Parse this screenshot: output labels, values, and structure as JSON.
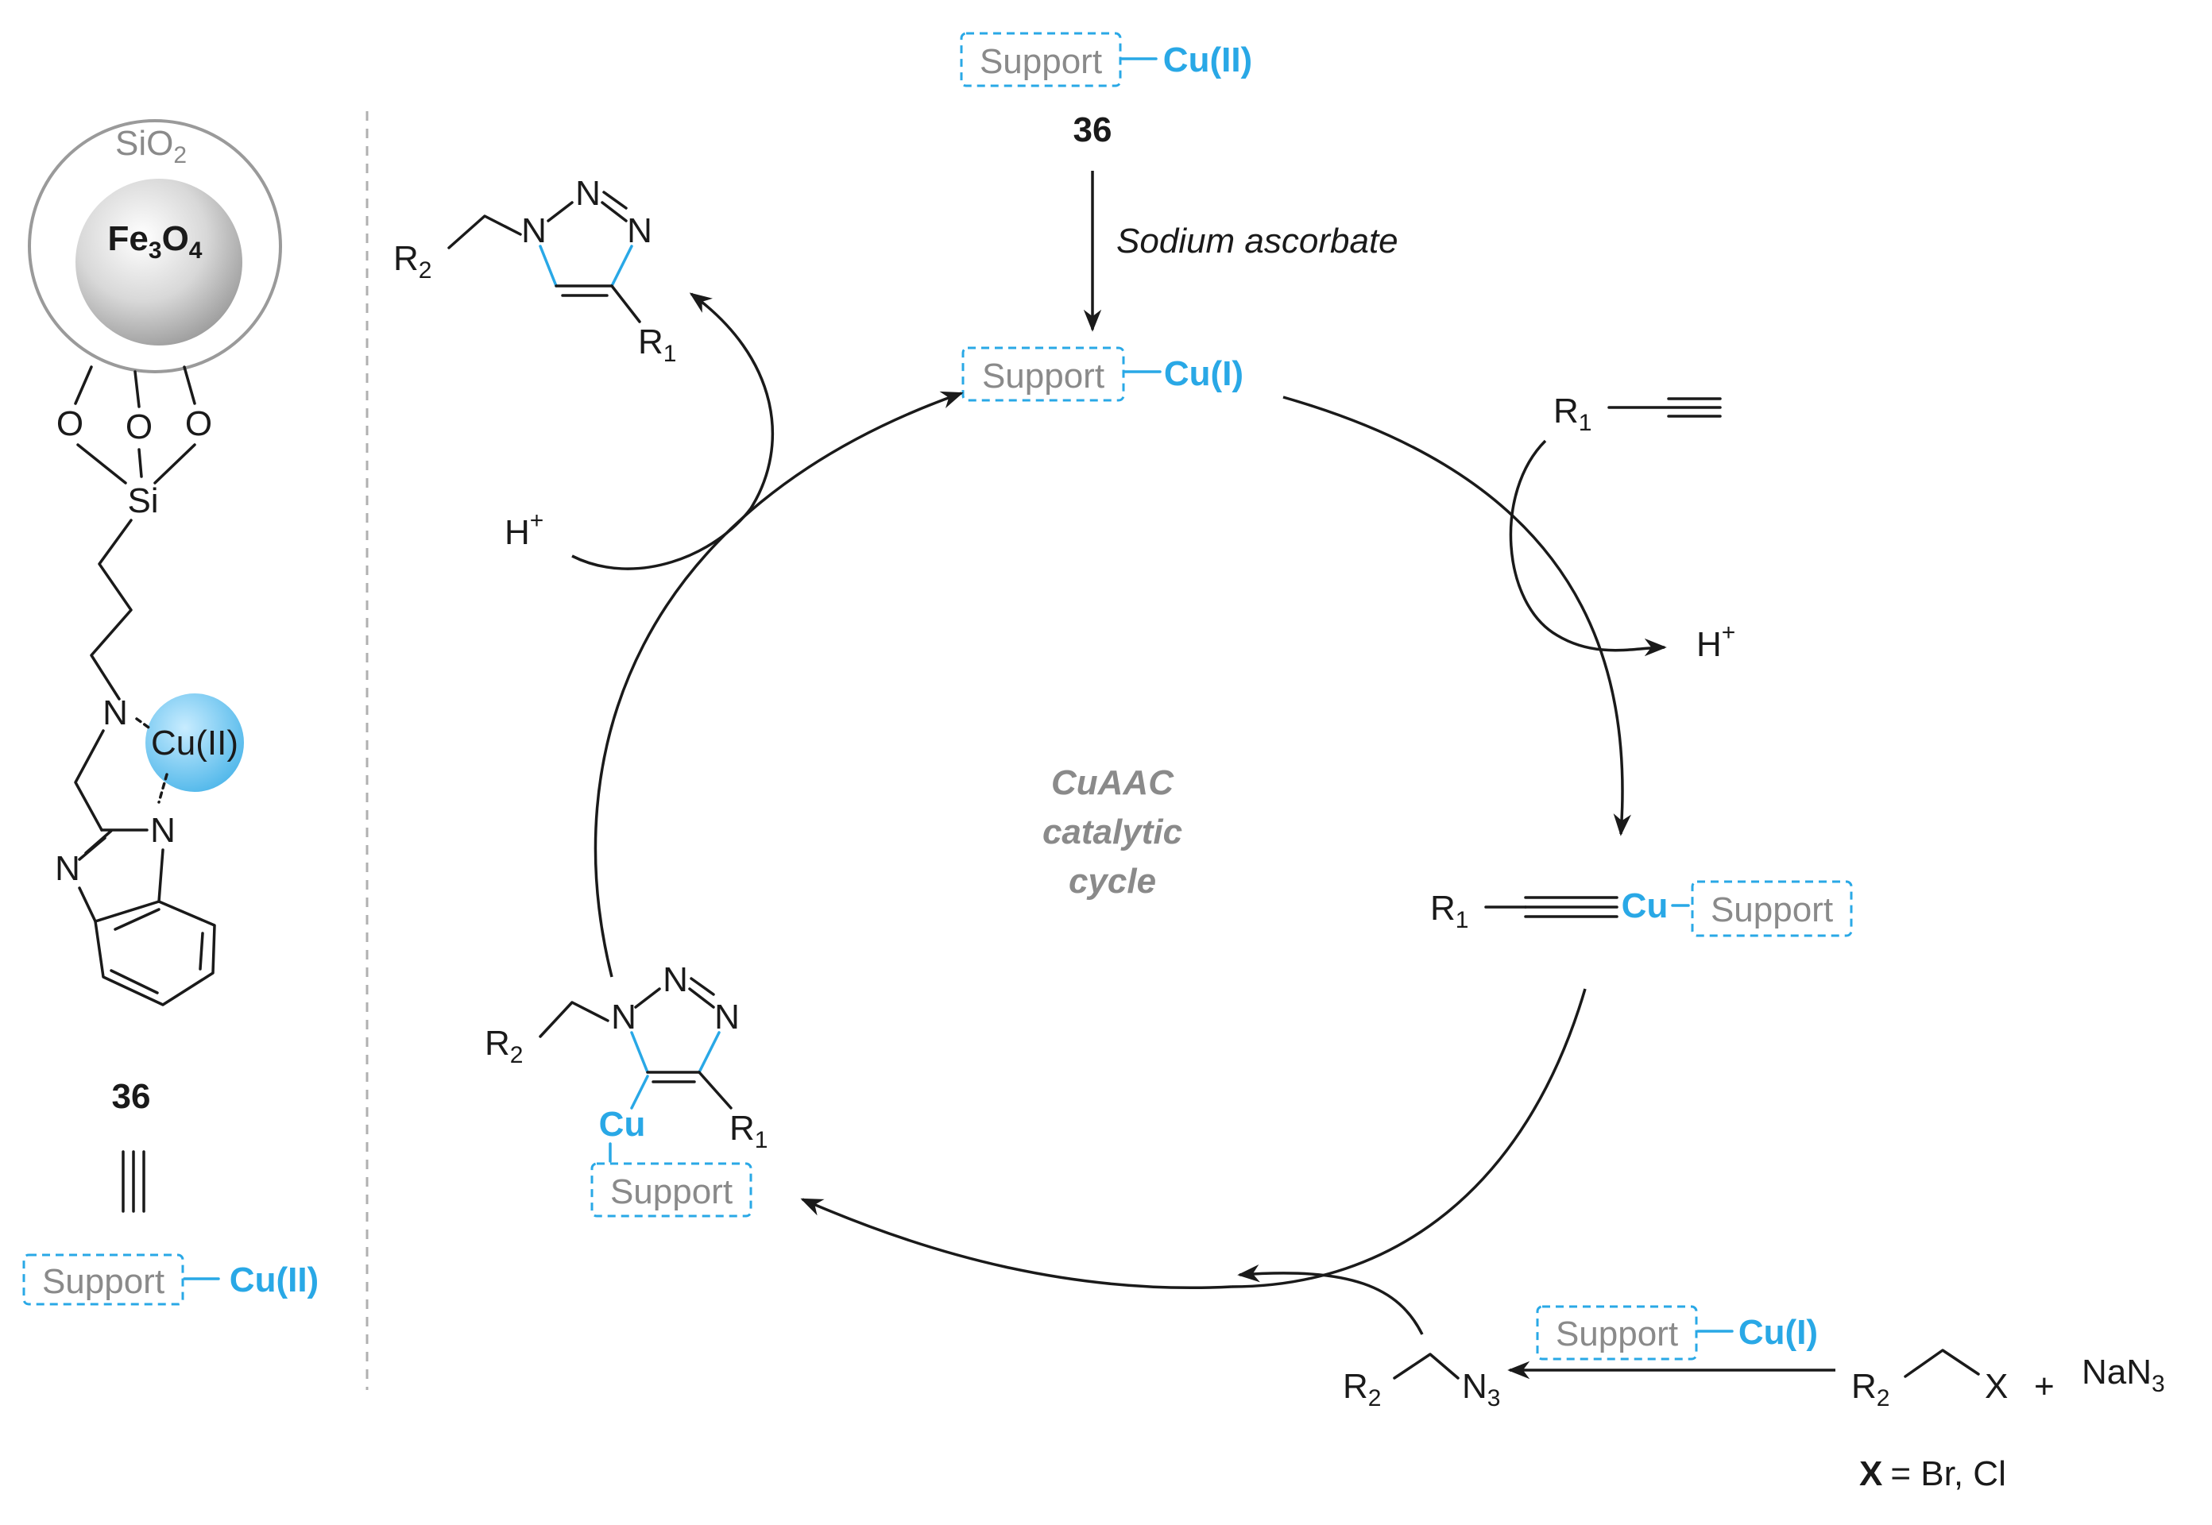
{
  "support_complex": {
    "compound_number": "36",
    "shell_label": "SiO",
    "shell_sub": "2",
    "core_label_fe": "Fe",
    "core_sub_3": "3",
    "core_label_o": "O",
    "core_sub_4": "4",
    "atom_o": "O",
    "atom_si": "Si",
    "atom_n": "N",
    "metal_label": "Cu(II)",
    "equiv_symbol": "|||",
    "shorthand_support": "Support",
    "shorthand_metal": "Cu(II)"
  },
  "precatalyst": {
    "support": "Support",
    "metal": "Cu(II)",
    "number": "36",
    "reagent": "Sodium ascorbate"
  },
  "active_catalyst": {
    "support": "Support",
    "metal": "Cu(I)"
  },
  "cycle": {
    "center_line1": "CuAAC",
    "center_line2": "catalytic",
    "center_line3": "cycle"
  },
  "alkyne_step": {
    "reagent_r": "R",
    "reagent_sub": "1",
    "byproduct": "H",
    "byproduct_sup": "+"
  },
  "acetylide": {
    "r": "R",
    "r_sub": "1",
    "metal": "Cu",
    "support": "Support"
  },
  "azide_formation": {
    "catalyst_support": "Support",
    "catalyst_metal": "Cu(I)",
    "substrate_r": "R",
    "substrate_sub": "2",
    "leaving_group": "X",
    "plus": "+",
    "reagent_na": "NaN",
    "reagent_sub": "3",
    "product_r": "R",
    "product_r_sub": "2",
    "product_n": "N",
    "product_n_sub": "3",
    "footnote_x": "X",
    "footnote_rest": "= Br, Cl"
  },
  "cu_triazolide": {
    "r2": "R",
    "r2_sub": "2",
    "r1": "R",
    "r1_sub": "1",
    "n": "N",
    "metal": "Cu",
    "support": "Support"
  },
  "product": {
    "r2": "R",
    "r2_sub": "2",
    "r1": "R",
    "r1_sub": "1",
    "n": "N",
    "proton": "H",
    "proton_sup": "+"
  }
}
